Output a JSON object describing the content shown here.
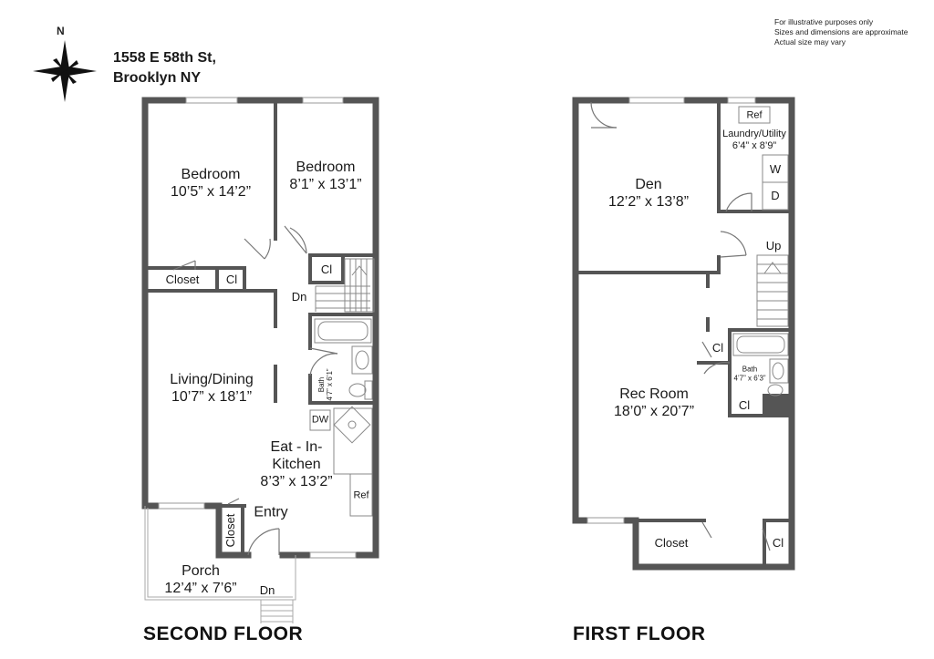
{
  "compass": {
    "north_label": "N",
    "icon": "compass-rose-icon"
  },
  "address": {
    "line1": "1558 E 58th St,",
    "line2": "Brooklyn NY"
  },
  "disclaimer": {
    "line1": "For illustrative purposes only",
    "line2": "Sizes and dimensions are approximate",
    "line3": "Actual size may vary"
  },
  "second_floor": {
    "title": "SECOND FLOOR",
    "bedroom1": {
      "name": "Bedroom",
      "dims": "10’5” x 14’2”"
    },
    "bedroom2": {
      "name": "Bedroom",
      "dims": "8’1” x 13’1”"
    },
    "closet": "Closet",
    "cl1": "Cl",
    "cl2": "Cl",
    "dn_stairs": "Dn",
    "living": {
      "name": "Living/Dining",
      "dims": "10’7” x 18’1”"
    },
    "bath": {
      "name": "Bath",
      "dims": "4’7” x 6’1”"
    },
    "dw": "DW",
    "kitchen": {
      "line1": "Eat - In-",
      "line2": "Kitchen",
      "dims": "8’3” x 13’2”"
    },
    "ref": "Ref",
    "entry": "Entry",
    "entry_closet": "Closet",
    "porch": {
      "name": "Porch",
      "dims": "12’4” x 7’6”"
    },
    "porch_dn": "Dn"
  },
  "first_floor": {
    "title": "FIRST FLOOR",
    "den": {
      "name": "Den",
      "dims": "12’2” x 13’8”"
    },
    "ref": "Ref",
    "laundry": {
      "name": "Laundry/Utility",
      "dims": "6’4” x 8’9”"
    },
    "washer": "W",
    "dryer": "D",
    "up": "Up",
    "cl1": "Cl",
    "bath": {
      "name": "Bath",
      "dims": "4’7” x 6’3”"
    },
    "cl2": "Cl",
    "rec": {
      "name": "Rec Room",
      "dims": "18’0” x 20’7”"
    },
    "closet": "Closet",
    "cl3": "Cl"
  }
}
